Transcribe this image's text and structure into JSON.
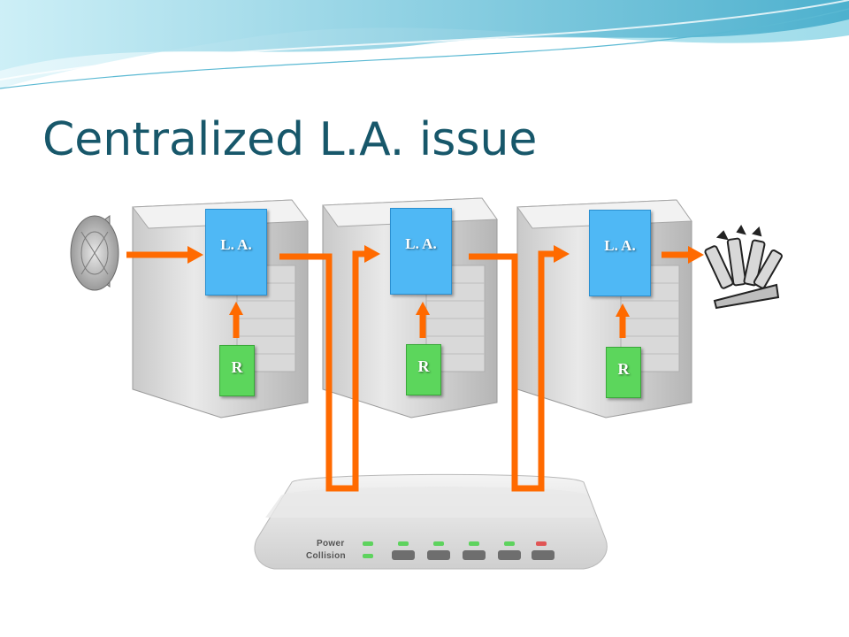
{
  "slide": {
    "title": "Centralized L.A. issue"
  },
  "servers": [
    {
      "la_label": "L. A.",
      "r_label": "R"
    },
    {
      "la_label": "L. A.",
      "r_label": "R"
    },
    {
      "la_label": "L. A.",
      "r_label": "R"
    }
  ],
  "router": {
    "power_label": "Power",
    "collision_label": "Collision"
  },
  "icons": {
    "source": "speaker-icon",
    "sink": "tools-icon"
  },
  "colors": {
    "title": "#17576a",
    "arrow": "#ff6a00",
    "la_box": "#4fb8f5",
    "r_box": "#5cd65c",
    "led_green": "#5ed35e",
    "led_red": "#e05555"
  }
}
